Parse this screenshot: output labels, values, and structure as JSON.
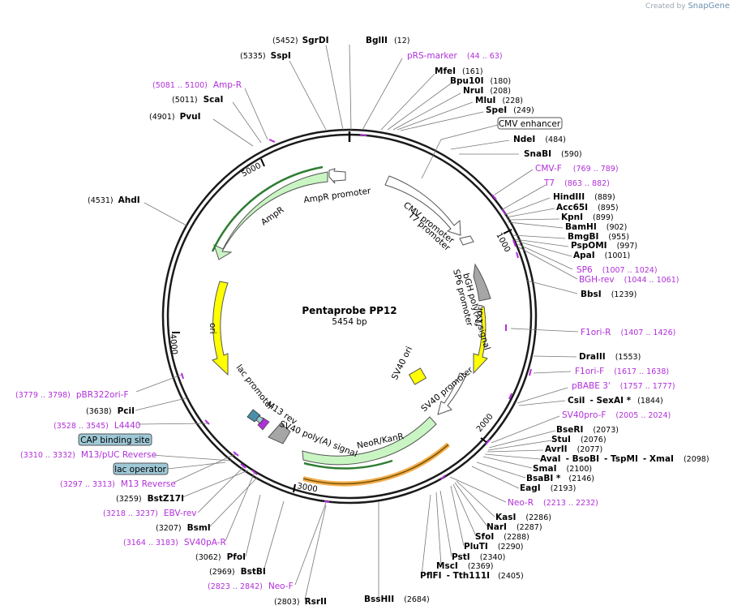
{
  "watermark": {
    "prefix": "Created by",
    "brand": "SnapGene"
  },
  "title": "Pentaprobe PP12",
  "length": "5454 bp",
  "ticks": [
    "1000",
    "2000",
    "3000",
    "4000",
    "5000"
  ],
  "features_inner": {
    "cmv_promoter": "CMV promoter",
    "t7_promoter": "T7 promoter",
    "bgh": "bGH poly(A) signal",
    "sp6_promoter": "SP6 promoter",
    "f1_ori": "f1 ori",
    "sv40_ori": "SV40 ori",
    "sv40_promoter": "SV40 promoter",
    "neor": "NeoR/KanR",
    "sv40_polya": "SV40 poly(A) signal",
    "m13_rev": "M13 rev",
    "lac_promoter": "lac promoter",
    "ori": "ori",
    "ampr": "AmpR",
    "ampr_promoter": "AmpR promoter"
  },
  "boxed": {
    "cmv_enhancer": "CMV enhancer",
    "cap_site": "CAP binding site",
    "lac_operator": "lac operator"
  },
  "labels": [
    {
      "name": "SgrDI",
      "pos": "(5452)",
      "kind": "site"
    },
    {
      "name": "BglII",
      "pos": "(12)",
      "kind": "site"
    },
    {
      "name": "pRS-marker",
      "pos": "(44 .. 63)",
      "kind": "primer"
    },
    {
      "name": "SspI",
      "pos": "(5335)",
      "kind": "site"
    },
    {
      "name": "MfeI",
      "pos": "(161)",
      "kind": "site"
    },
    {
      "name": "Bpu10I",
      "pos": "(180)",
      "kind": "site"
    },
    {
      "name": "NruI",
      "pos": "(208)",
      "kind": "site"
    },
    {
      "name": "MluI",
      "pos": "(228)",
      "kind": "site"
    },
    {
      "name": "SpeI",
      "pos": "(249)",
      "kind": "site"
    },
    {
      "name": "Amp-R",
      "pos": "(5081 .. 5100)",
      "kind": "primer"
    },
    {
      "name": "ScaI",
      "pos": "(5011)",
      "kind": "site"
    },
    {
      "name": "PvuI",
      "pos": "(4901)",
      "kind": "site"
    },
    {
      "name": "NdeI",
      "pos": "(484)",
      "kind": "site"
    },
    {
      "name": "SnaBI",
      "pos": "(590)",
      "kind": "site"
    },
    {
      "name": "CMV-F",
      "pos": "(769 .. 789)",
      "kind": "primer"
    },
    {
      "name": "T7",
      "pos": "(863 .. 882)",
      "kind": "primer"
    },
    {
      "name": "AhdI",
      "pos": "(4531)",
      "kind": "site"
    },
    {
      "name": "HindIII",
      "pos": "(889)",
      "kind": "site"
    },
    {
      "name": "Acc65I",
      "pos": "(895)",
      "kind": "site"
    },
    {
      "name": "KpnI",
      "pos": "(899)",
      "kind": "site"
    },
    {
      "name": "BamHI",
      "pos": "(902)",
      "kind": "site"
    },
    {
      "name": "BmgBI",
      "pos": "(955)",
      "kind": "site"
    },
    {
      "name": "PspOMI",
      "pos": "(997)",
      "kind": "site"
    },
    {
      "name": "ApaI",
      "pos": "(1001)",
      "kind": "site"
    },
    {
      "name": "SP6",
      "pos": "(1007 .. 1024)",
      "kind": "primer"
    },
    {
      "name": "BGH-rev",
      "pos": "(1044 .. 1061)",
      "kind": "primer"
    },
    {
      "name": "BbsI",
      "pos": "(1239)",
      "kind": "site"
    },
    {
      "name": "F1ori-R",
      "pos": "(1407 .. 1426)",
      "kind": "primer"
    },
    {
      "name": "DraIII",
      "pos": "(1553)",
      "kind": "site"
    },
    {
      "name": "F1ori-F",
      "pos": "(1617 .. 1638)",
      "kind": "primer"
    },
    {
      "name": "pBABE 3'",
      "pos": "(1757 .. 1777)",
      "kind": "primer"
    },
    {
      "name": "CsiI",
      "pos": "",
      "kind": "site"
    },
    {
      "name": "- SexAI *",
      "pos": "(1844)",
      "kind": "site"
    },
    {
      "name": "SV40pro-F",
      "pos": "(2005 .. 2024)",
      "kind": "primer"
    },
    {
      "name": "BseRI",
      "pos": "(2073)",
      "kind": "site"
    },
    {
      "name": "StuI",
      "pos": "(2076)",
      "kind": "site"
    },
    {
      "name": "AvrII",
      "pos": "(2077)",
      "kind": "site"
    },
    {
      "name": "AvaI",
      "pos": "",
      "kind": "site"
    },
    {
      "name": "- BsoBI",
      "pos": "",
      "kind": "site"
    },
    {
      "name": "- TspMI",
      "pos": "",
      "kind": "site"
    },
    {
      "name": "- XmaI",
      "pos": "(2098)",
      "kind": "site"
    },
    {
      "name": "SmaI",
      "pos": "(2100)",
      "kind": "site"
    },
    {
      "name": "BsaBI *",
      "pos": "(2146)",
      "kind": "site"
    },
    {
      "name": "EagI",
      "pos": "(2193)",
      "kind": "site"
    },
    {
      "name": "Neo-R",
      "pos": "(2213 .. 2232)",
      "kind": "primer"
    },
    {
      "name": "KasI",
      "pos": "(2286)",
      "kind": "site"
    },
    {
      "name": "NarI",
      "pos": "(2287)",
      "kind": "site"
    },
    {
      "name": "SfoI",
      "pos": "(2288)",
      "kind": "site"
    },
    {
      "name": "PluTI",
      "pos": "(2290)",
      "kind": "site"
    },
    {
      "name": "PstI",
      "pos": "(2340)",
      "kind": "site"
    },
    {
      "name": "MscI",
      "pos": "(2369)",
      "kind": "site"
    },
    {
      "name": "PflFI",
      "pos": "",
      "kind": "site"
    },
    {
      "name": "- Tth111I",
      "pos": "(2405)",
      "kind": "site"
    },
    {
      "name": "BssHII",
      "pos": "(2684)",
      "kind": "site"
    },
    {
      "name": "RsrII",
      "pos": "(2803)",
      "kind": "site"
    },
    {
      "name": "Neo-F",
      "pos": "(2823 .. 2842)",
      "kind": "primer"
    },
    {
      "name": "BstBI",
      "pos": "(2969)",
      "kind": "site"
    },
    {
      "name": "PfoI",
      "pos": "(3062)",
      "kind": "site"
    },
    {
      "name": "SV40pA-R",
      "pos": "(3164 .. 3183)",
      "kind": "primer"
    },
    {
      "name": "BsmI",
      "pos": "(3207)",
      "kind": "site"
    },
    {
      "name": "EBV-rev",
      "pos": "(3218 .. 3237)",
      "kind": "primer"
    },
    {
      "name": "BstZ17I",
      "pos": "(3259)",
      "kind": "site"
    },
    {
      "name": "M13 Reverse",
      "pos": "(3297 .. 3313)",
      "kind": "primer"
    },
    {
      "name": "M13/pUC Reverse",
      "pos": "(3310 .. 3332)",
      "kind": "primer"
    },
    {
      "name": "L4440",
      "pos": "(3528 .. 3545)",
      "kind": "primer"
    },
    {
      "name": "PciI",
      "pos": "(3638)",
      "kind": "site"
    },
    {
      "name": "pBR322ori-F",
      "pos": "(3779 .. 3798)",
      "kind": "primer"
    }
  ],
  "colors": {
    "backbone": "#1a1a1a",
    "primer": "#b12fd9",
    "green_feature": "#c9f5c3",
    "yellow_feature": "#ffff00",
    "gray_feature": "#a6a6a6",
    "orange_highlight": "#f0a030",
    "boxed_feature": "#9ec8d6"
  }
}
